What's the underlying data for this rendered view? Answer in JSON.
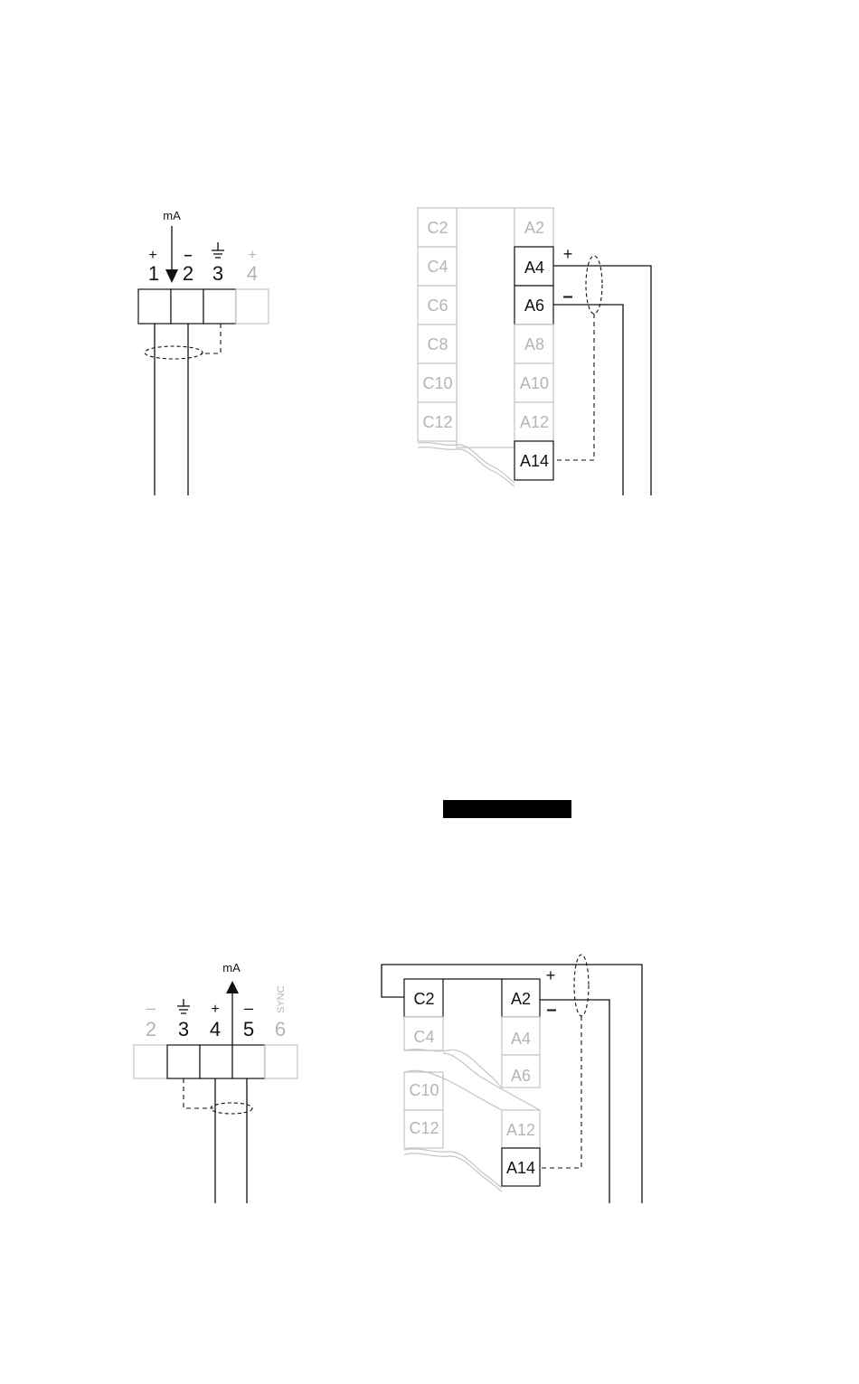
{
  "diagram_top": {
    "current_label": "mA",
    "transmitter": {
      "terminals": [
        {
          "number": "1",
          "sign": "+",
          "active": true
        },
        {
          "number": "2",
          "sign": "–",
          "active": true
        },
        {
          "number": "3",
          "sign": "ground",
          "active": true
        },
        {
          "number": "4",
          "sign": "+",
          "active": false
        }
      ]
    },
    "terminal_block": {
      "left_column": [
        "C2",
        "C4",
        "C6",
        "C8",
        "C10",
        "C12"
      ],
      "right_column": [
        "A2",
        "A4",
        "A6",
        "A8",
        "A10",
        "A12",
        "A14"
      ],
      "active": [
        "A4",
        "A6",
        "A14"
      ]
    },
    "polarity": {
      "plus": "+",
      "minus": "–"
    }
  },
  "redaction_bar": {
    "color": "#000000"
  },
  "diagram_bottom": {
    "current_label": "mA",
    "transmitter": {
      "terminals": [
        {
          "number": "2",
          "sign": "–",
          "active": false
        },
        {
          "number": "3",
          "sign": "ground",
          "active": true
        },
        {
          "number": "4",
          "sign": "+",
          "active": true
        },
        {
          "number": "5",
          "sign": "–",
          "active": true
        },
        {
          "number": "6",
          "sign": "SYNC",
          "active": false
        }
      ]
    },
    "terminal_block": {
      "left_column": [
        "C2",
        "C4",
        "C10",
        "C12"
      ],
      "right_column": [
        "A2",
        "A4",
        "A6",
        "A12",
        "A14"
      ],
      "active": [
        "C2",
        "A2",
        "A14"
      ]
    },
    "polarity": {
      "plus": "+",
      "minus": "–"
    }
  },
  "colors": {
    "active": "#111111",
    "inactive": "#b4b4b4"
  }
}
